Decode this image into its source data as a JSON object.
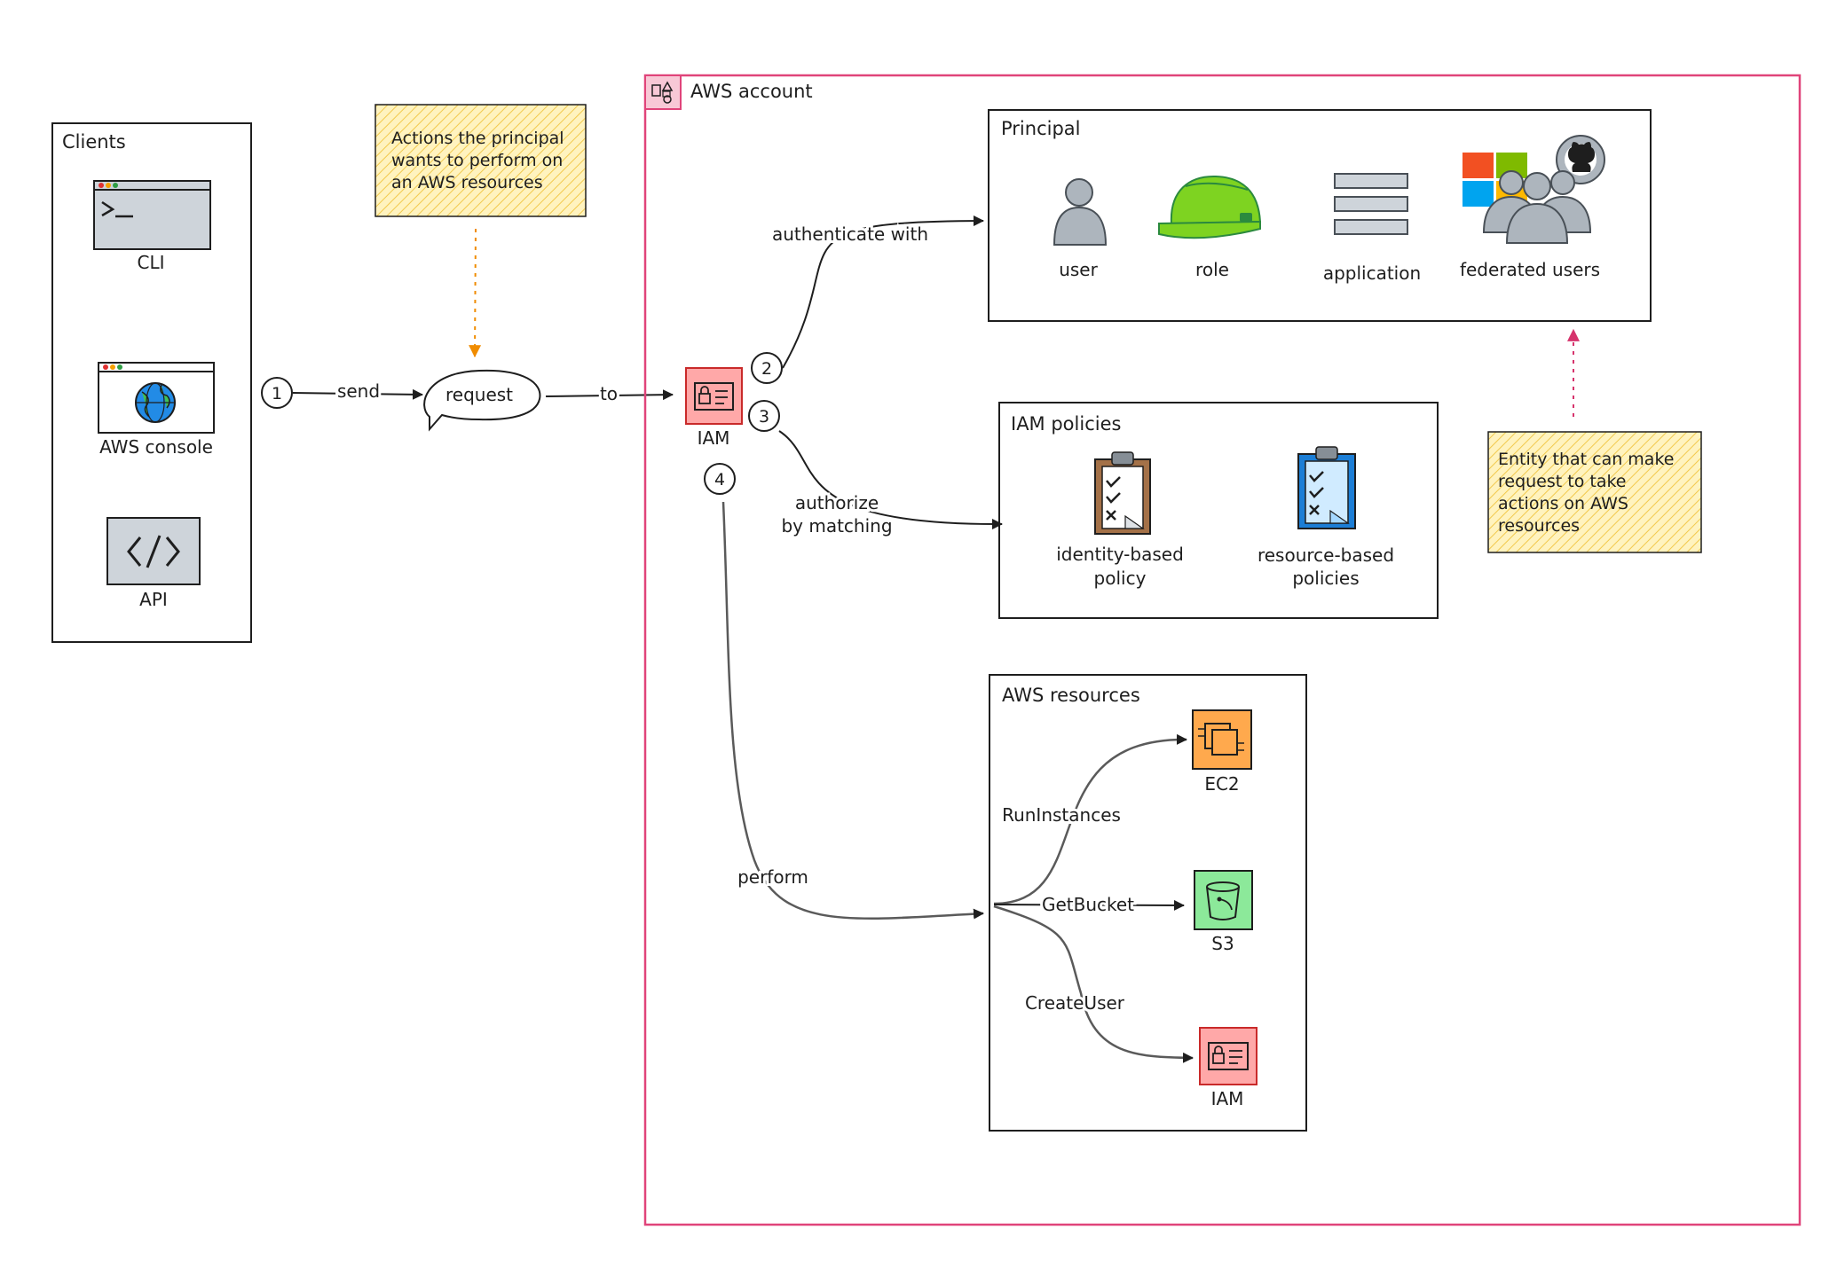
{
  "clients": {
    "title": "Clients",
    "cli_label": "CLI",
    "console_label": "AWS console",
    "api_label": "API"
  },
  "note_actions": {
    "line1": "Actions the principal",
    "line2": "wants to perform on",
    "line3": "an AWS resources"
  },
  "note_entity": {
    "line1": "Entity that can make",
    "line2": "request to take",
    "line3": "actions on AWS",
    "line4": "resources"
  },
  "flow": {
    "step1": "1",
    "send": "send",
    "request": "request",
    "to": "to",
    "iam_label": "IAM",
    "step2": "2",
    "step3": "3",
    "step4": "4",
    "authenticate": "authenticate with",
    "authorize1": "authorize",
    "authorize2": "by matching",
    "perform": "perform"
  },
  "aws_account": {
    "title": "AWS account"
  },
  "principal": {
    "title": "Principal",
    "user": "user",
    "role": "role",
    "application": "application",
    "federated": "federated users"
  },
  "policies": {
    "title": "IAM policies",
    "identity1": "identity-based",
    "identity2": "policy",
    "resource1": "resource-based",
    "resource2": "policies"
  },
  "resources": {
    "title": "AWS resources",
    "ec2": "EC2",
    "s3": "S3",
    "iam": "IAM",
    "run": "RunInstances",
    "get": "GetBucket",
    "create": "CreateUser"
  },
  "colors": {
    "account_border": "#e0447a",
    "iam_fill": "#ffa8a8",
    "iam_stroke": "#c92a2a",
    "ec2_fill": "#ffa94d",
    "s3_fill": "#8ce99a",
    "note_fill": "#fff3bf",
    "note_hatch": "#f2c94c",
    "role_green": "#7ed321",
    "orange_arrow": "#f08c00",
    "pink_arrow": "#d6336c"
  }
}
